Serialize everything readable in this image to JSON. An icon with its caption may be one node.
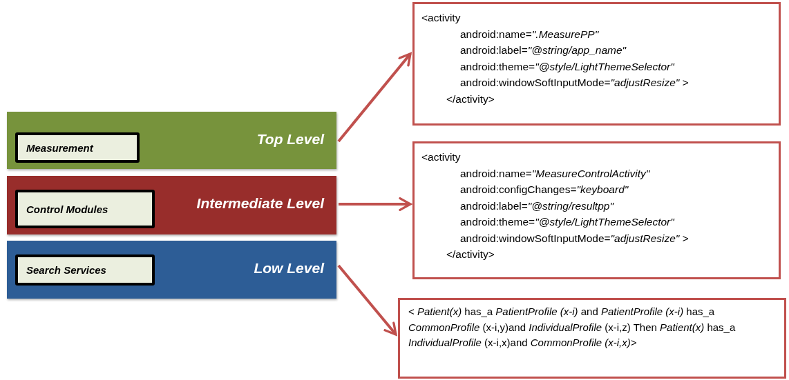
{
  "diagram": {
    "nodes": [
      {
        "text": [
          "Top Level"
        ]
      },
      {
        "text": [
          "Measurement"
        ],
        "in": 0
      },
      {
        "text": [
          "Intermediate Level"
        ]
      },
      {
        "text": [
          "Control Modules"
        ],
        "in": 2
      },
      {
        "text": [
          "Low Level"
        ]
      },
      {
        "text": [
          "Search Services"
        ],
        "in": 4
      },
      {
        "text": [
          "<activity",
          "android:name=*\".MeasurePP\"*",
          "android:label=*\"@string/app_name\"*",
          "android:theme=*\"@style/LightThemeSelector\"*",
          "android:windowSoftInputMode=*\"adjustResize\"*  >",
          "</activity>"
        ]
      },
      {
        "text": [
          "<activity",
          "android:name=*\"MeasureControlActivity\"*",
          "android:configChanges=*\"keyboard\"*",
          "android:label=*\"@string/resultpp\"*",
          "android:theme=*\"@style/LightThemeSelector\"*",
          "android:windowSoftInputMode=*\"adjustResize\"*  >",
          "</activity>"
        ]
      },
      {
        "text": [
          "< *Patient(x)* has_a *PatientProfile (x-i)* and *PatientProfile (x-i)* has_a *CommonProfile* (x-i,y)and *IndividualProfile* (x-i,z) Then *Patient(x)* has_a *IndividualProfile* (x-i,x)and *CommonProfile (x-i,x)>*"
        ]
      }
    ],
    "edges": [
      {
        "from": 0,
        "to": 6,
        "arrow": "to"
      },
      {
        "from": 2,
        "to": 7,
        "arrow": "to"
      },
      {
        "from": 4,
        "to": 8,
        "arrow": "to"
      }
    ]
  }
}
